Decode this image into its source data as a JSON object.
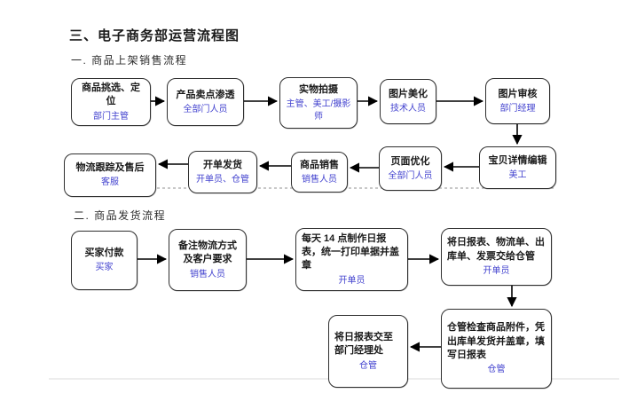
{
  "page": {
    "title": "三、电子商务部运营流程图",
    "sections": [
      {
        "heading": "一. 商品上架销售流程"
      },
      {
        "heading": "二. 商品发货流程"
      }
    ]
  },
  "flow1": {
    "row_top": [
      {
        "label": "商品挑选、定位",
        "role": "部门主管"
      },
      {
        "label": "产品卖点渗透",
        "role": "全部门人员"
      },
      {
        "label": "实物拍摄",
        "role": "主管、美工/摄影师"
      },
      {
        "label": "图片美化",
        "role": "技术人员"
      },
      {
        "label": "图片审核",
        "role": "部门经理"
      }
    ],
    "row_bottom": [
      {
        "label": "物流跟踪及售后",
        "role": "客服"
      },
      {
        "label": "开单发货",
        "role": "开单员、仓管"
      },
      {
        "label": "商品销售",
        "role": "销售人员"
      },
      {
        "label": "页面优化",
        "role": "全部门人员"
      },
      {
        "label": "宝贝详情编辑",
        "role": "美工"
      }
    ]
  },
  "flow2": {
    "row_top": [
      {
        "label": "买家付款",
        "role": "买家"
      },
      {
        "label": "备注物流方式及客户要求",
        "role": "销售人员"
      },
      {
        "label": "每天 14 点制作日报表，统一打印单据并盖章",
        "role": "开单员"
      },
      {
        "label": "将日报表、物流单、出库单、发票交给仓管",
        "role": "开单员"
      }
    ],
    "row_bottom": [
      {
        "label": "将日报表交至部门经理处",
        "role": "仓管"
      },
      {
        "label": "仓管检查商品附件，凭出库单发货并盖章，填写日报表",
        "role": "仓管"
      }
    ]
  },
  "colors": {
    "role_text": "#4343cf",
    "box_border": "#2f2f2f",
    "arrow": "#000000",
    "dashed_line": "#909090"
  }
}
